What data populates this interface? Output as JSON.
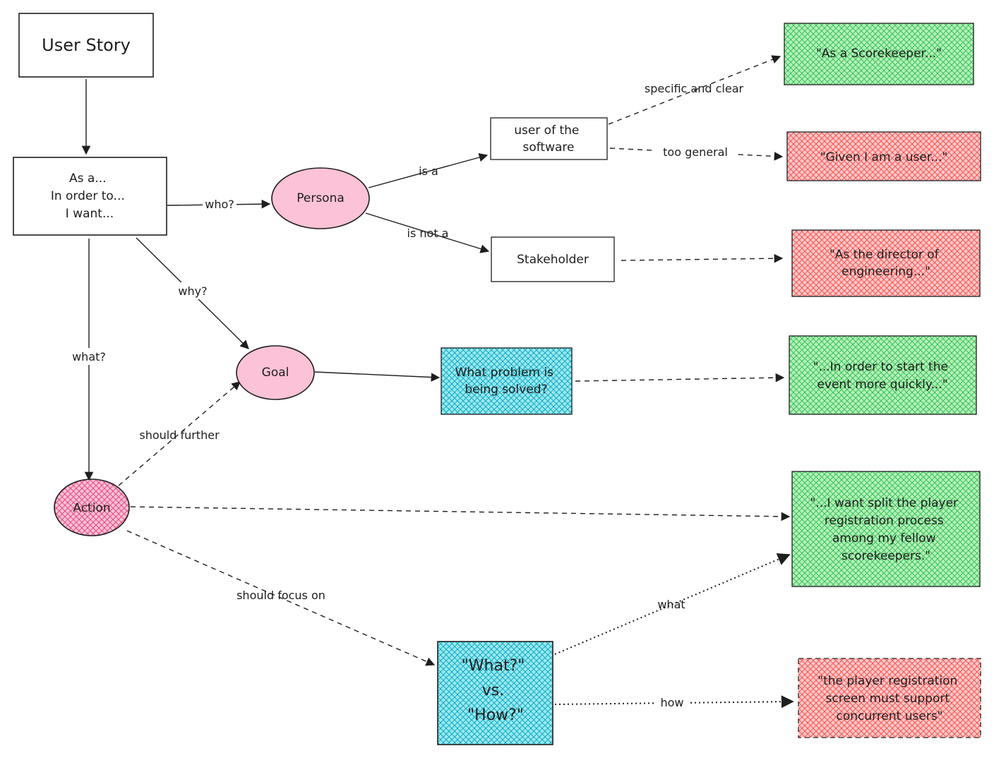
{
  "colors": {
    "stroke": "#1e1e1e",
    "pink": "#e64980",
    "green": "#40c057",
    "red": "#fa5252",
    "blue": "#15aabf"
  },
  "nodes": {
    "user_story": {
      "lines": [
        "User Story"
      ]
    },
    "template": {
      "lines": [
        "As a...",
        "In order to...",
        "I want..."
      ]
    },
    "persona": {
      "lines": [
        "Persona"
      ]
    },
    "goal": {
      "lines": [
        "Goal"
      ]
    },
    "action": {
      "lines": [
        "Action"
      ]
    },
    "user_of_software": {
      "lines": [
        "user of the",
        "software"
      ]
    },
    "stakeholder": {
      "lines": [
        "Stakeholder"
      ]
    },
    "problem": {
      "lines": [
        "What problem is",
        "being solved?"
      ]
    },
    "what_vs_how": {
      "lines": [
        "\"What?\"",
        "vs.",
        "\"How?\""
      ]
    },
    "scorekeeper": {
      "lines": [
        "\"As a Scorekeeper...\""
      ]
    },
    "given_user": {
      "lines": [
        "\"Given I am a user...\""
      ]
    },
    "director": {
      "lines": [
        "\"As the director of",
        "engineering...\""
      ]
    },
    "in_order": {
      "lines": [
        "\"...In order to start the",
        "event more quickly...\""
      ]
    },
    "i_want": {
      "lines": [
        "\"...I want split the player",
        "registration process",
        "among my fellow",
        "scorekeepers.\""
      ]
    },
    "concurrent": {
      "lines": [
        "\"the player registration",
        "screen must support",
        "concurrent users\""
      ]
    }
  },
  "edge_labels": {
    "who": "who?",
    "why": "why?",
    "what": "what?",
    "is_a": "is a",
    "is_not_a": "is not a",
    "specific": "specific and clear",
    "too_general": "too general",
    "should_further": "should further",
    "should_focus": "should focus on",
    "what_lower": "what",
    "how_lower": "how"
  }
}
